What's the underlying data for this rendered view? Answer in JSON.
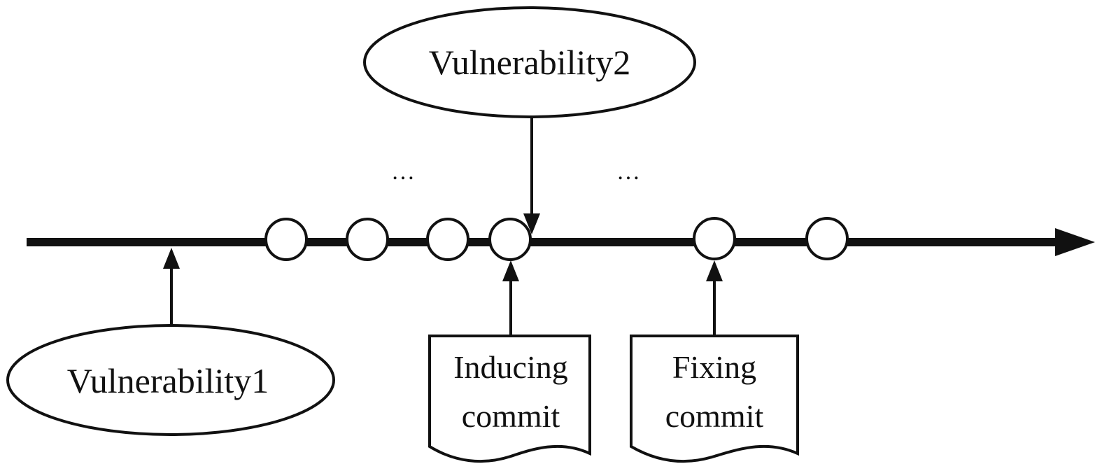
{
  "diagram": {
    "ellipses": [
      {
        "id": "vuln1",
        "label": "Vulnerability1"
      },
      {
        "id": "vuln2",
        "label": "Vulnerability2"
      }
    ],
    "documents": [
      {
        "id": "inducing",
        "line1": "Inducing",
        "line2": "commit"
      },
      {
        "id": "fixing",
        "line1": "Fixing",
        "line2": "commit"
      }
    ],
    "ellipsis_marks": [
      "…",
      "…"
    ],
    "commit_nodes_count": 6,
    "stroke_color": "#111111",
    "background": "#ffffff"
  }
}
